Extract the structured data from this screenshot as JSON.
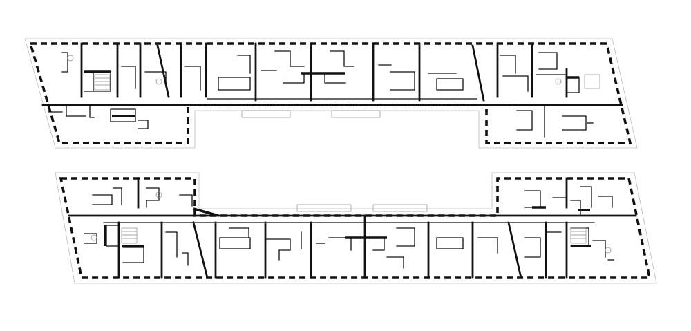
{
  "colors": {
    "background": "#ffffff",
    "wall": "#111111",
    "outline": "#bdbdbd"
  },
  "buildings": [
    {
      "id": "upper-wing",
      "shape": "parallelogram",
      "window_bays": "regular"
    },
    {
      "id": "lower-wing",
      "shape": "parallelogram",
      "window_bays": "regular"
    }
  ]
}
